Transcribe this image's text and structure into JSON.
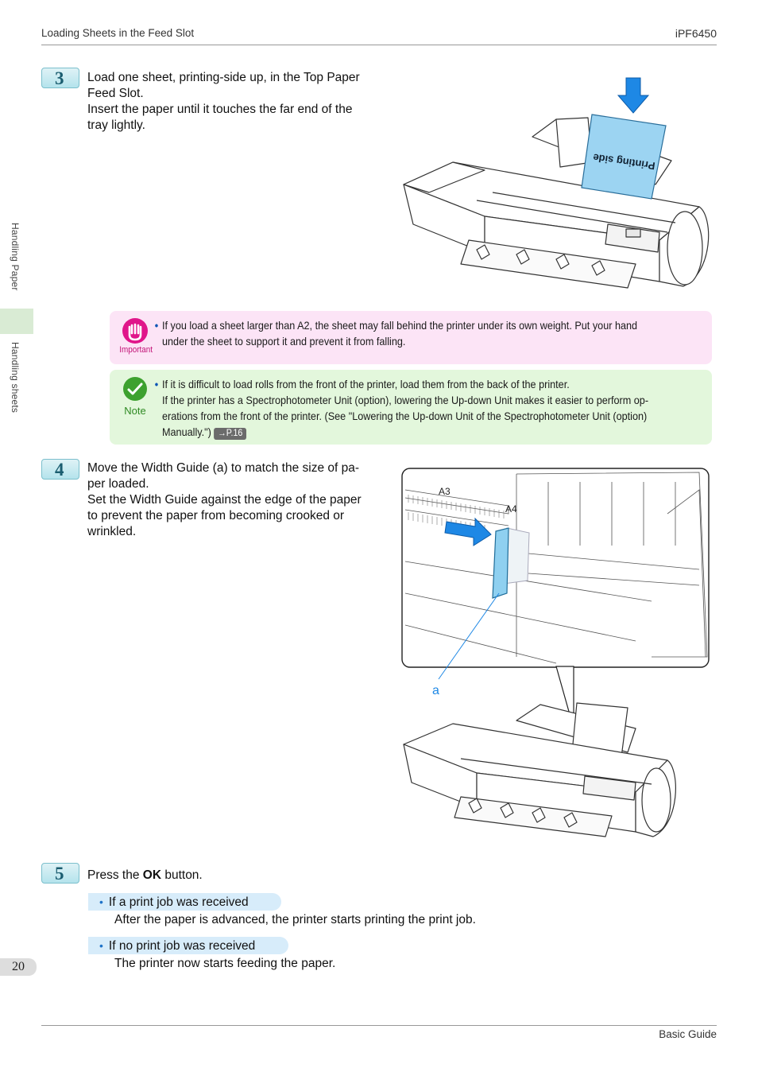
{
  "header": {
    "section": "Loading Sheets in the Feed Slot",
    "model": "iPF6450"
  },
  "sidebar": {
    "chapter": "Handling Paper",
    "section": "Handling sheets"
  },
  "page_number": "20",
  "footer": {
    "guide": "Basic Guide"
  },
  "steps": [
    {
      "number": "3",
      "lines": [
        "Load one sheet, printing-side up, in the Top Paper",
        "Feed Slot.",
        "Insert the paper until it touches the far end of the",
        "tray lightly."
      ],
      "figure_label": "Printing side"
    },
    {
      "number": "4",
      "lines": [
        "Move the Width Guide (a) to match the size of pa-",
        "per loaded.",
        "Set the Width Guide against the edge of the paper",
        "to prevent the paper from becoming crooked or",
        "wrinkled."
      ],
      "figure_labels": {
        "a3": "A3",
        "a4": "A4",
        "callout": "a"
      }
    },
    {
      "number": "5",
      "text_before": "Press the ",
      "text_bold": "OK",
      "text_after": " button."
    }
  ],
  "important": {
    "label": "Important",
    "line1": "If you load a sheet larger than A2, the sheet may fall behind the printer under its own weight. Put your hand",
    "line2": "under the sheet to support it and prevent it from falling."
  },
  "note": {
    "label": "Note",
    "line1": "If it is difficult to load rolls from the front of the printer, load them from the back of the printer.",
    "line2": "If the printer has a Spectrophotometer Unit (option), lowering the Up-down Unit makes it easier to perform op-",
    "line3": "erations from the front of the printer.  (See \"Lowering the Up-down Unit of the Spectrophotometer Unit (option)",
    "line4": "Manually.\")",
    "xref": "→P.16"
  },
  "cases": [
    {
      "title": "If a print job was received",
      "text": "After the paper is advanced, the printer starts printing the print job."
    },
    {
      "title": "If no print job was received",
      "text": "The printer now starts feeding the paper."
    }
  ],
  "colors": {
    "step_badge": "#b4e3ec",
    "important_bg": "#fce4f6",
    "note_bg": "#e3f7dc",
    "paper_blue": "#9cd4f2",
    "arrow_blue": "#1e88e5",
    "case_bg": "#d7ecfa"
  },
  "icons": {
    "important": "hand-stop-icon",
    "note": "pencil-check-icon"
  }
}
